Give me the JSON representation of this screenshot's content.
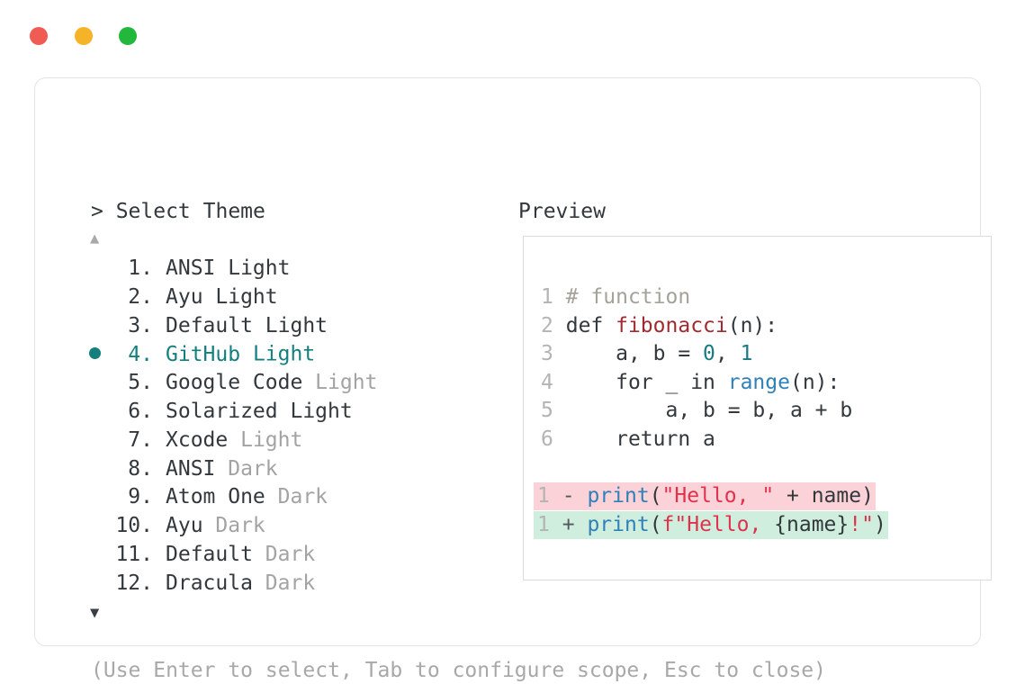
{
  "window": {
    "dots": [
      {
        "name": "close-dot",
        "color": "#f05c54"
      },
      {
        "name": "minimize-dot",
        "color": "#f5b428"
      },
      {
        "name": "maximize-dot",
        "color": "#21b83c"
      }
    ]
  },
  "panel": {
    "theme_header": "> Select Theme",
    "preview_label": "Preview",
    "scroll_up_glyph": "▲",
    "scroll_down_glyph": "▼",
    "hint": "(Use Enter to select, Tab to configure scope, Esc to close)",
    "selected_index": 4,
    "accent_color": "#13807e",
    "themes": [
      {
        "num": "1.",
        "name": "ANSI",
        "variant": "Light",
        "variant_dim": false,
        "selected": false
      },
      {
        "num": "2.",
        "name": "Ayu",
        "variant": "Light",
        "variant_dim": false,
        "selected": false
      },
      {
        "num": "3.",
        "name": "Default",
        "variant": "Light",
        "variant_dim": false,
        "selected": false
      },
      {
        "num": "4.",
        "name": "GitHub",
        "variant": "Light",
        "variant_dim": false,
        "selected": true
      },
      {
        "num": "5.",
        "name": "Google Code",
        "variant": "Light",
        "variant_dim": true,
        "selected": false
      },
      {
        "num": "6.",
        "name": "Solarized",
        "variant": "Light",
        "variant_dim": false,
        "selected": false
      },
      {
        "num": "7.",
        "name": "Xcode",
        "variant": "Light",
        "variant_dim": true,
        "selected": false
      },
      {
        "num": "8.",
        "name": "ANSI",
        "variant": "Dark",
        "variant_dim": true,
        "selected": false
      },
      {
        "num": "9.",
        "name": "Atom One",
        "variant": "Dark",
        "variant_dim": true,
        "selected": false
      },
      {
        "num": "10.",
        "name": "Ayu",
        "variant": "Dark",
        "variant_dim": true,
        "selected": false
      },
      {
        "num": "11.",
        "name": "Default",
        "variant": "Dark",
        "variant_dim": true,
        "selected": false
      },
      {
        "num": "12.",
        "name": "Dracula",
        "variant": "Dark",
        "variant_dim": true,
        "selected": false
      }
    ]
  },
  "preview": {
    "code_lines": [
      {
        "ln": "1",
        "tokens": [
          {
            "c": "com",
            "t": "# function"
          }
        ]
      },
      {
        "ln": "2",
        "tokens": [
          {
            "c": "",
            "t": "def "
          },
          {
            "c": "fn",
            "t": "fibonacci"
          },
          {
            "c": "",
            "t": "(n):"
          }
        ]
      },
      {
        "ln": "3",
        "tokens": [
          {
            "c": "",
            "t": "    a, b = "
          },
          {
            "c": "num",
            "t": "0"
          },
          {
            "c": "",
            "t": ", "
          },
          {
            "c": "num",
            "t": "1"
          }
        ]
      },
      {
        "ln": "4",
        "tokens": [
          {
            "c": "",
            "t": "    for _ in "
          },
          {
            "c": "bi",
            "t": "range"
          },
          {
            "c": "",
            "t": "(n):"
          }
        ]
      },
      {
        "ln": "5",
        "tokens": [
          {
            "c": "",
            "t": "        a, b = b, a + b"
          }
        ]
      },
      {
        "ln": "6",
        "tokens": [
          {
            "c": "",
            "t": "    return a"
          }
        ]
      }
    ],
    "diff_lines": [
      {
        "kind": "del",
        "ln": "1",
        "sign": "-",
        "tokens": [
          {
            "c": "bi",
            "t": "print"
          },
          {
            "c": "",
            "t": "("
          },
          {
            "c": "str",
            "t": "\"Hello, \""
          },
          {
            "c": "",
            "t": " + name)"
          }
        ]
      },
      {
        "kind": "add",
        "ln": "1",
        "sign": "+",
        "tokens": [
          {
            "c": "bi",
            "t": "print"
          },
          {
            "c": "",
            "t": "("
          },
          {
            "c": "str",
            "t": "f\"Hello, "
          },
          {
            "c": "",
            "t": "{name}"
          },
          {
            "c": "str",
            "t": "!\""
          },
          {
            "c": "",
            "t": ")"
          }
        ]
      }
    ]
  }
}
